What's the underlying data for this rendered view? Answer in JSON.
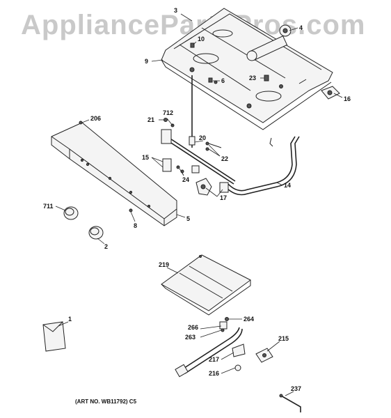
{
  "watermark": "AppliancePartsPros.com",
  "art_number": "(ART NO. WB11792) C5",
  "part_labels": {
    "p3": "3",
    "p4": "4",
    "p10": "10",
    "p9": "9",
    "p6": "6",
    "p23": "23",
    "p16": "16",
    "p206": "206",
    "p712": "712",
    "p21": "21",
    "p20": "20",
    "p22": "22",
    "p15": "15",
    "p24": "24",
    "p14": "14",
    "p17": "17",
    "p711": "711",
    "p8": "8",
    "p5": "5",
    "p2": "2",
    "p219": "219",
    "p1": "1",
    "p264": "264",
    "p266": "266",
    "p263": "263",
    "p215": "215",
    "p217": "217",
    "p216": "216",
    "p237": "237"
  }
}
